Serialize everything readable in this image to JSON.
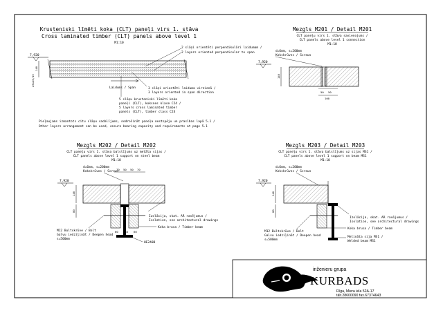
{
  "drawing": {
    "main": {
      "title_lv": "Krusteniski līmēti koka (CLT) paneļi virs 1. stāva",
      "title_en": "Cross laminated timber (CLT) panels above level 1",
      "scale": "M1:10",
      "level": "7,920",
      "dim_a": "140",
      "dim_b": "25x40/45",
      "label_perp_lv": "2 slāņi orientēti perpendikulāri laidumam /",
      "label_perp_en": "2 layers oriented perpendicular to span",
      "span_label": "Laidums / Span",
      "label_dir_lv": "3 slāņi orientēti laiduma virzienā /",
      "label_dir_en": "3 layers oriented in span direction",
      "label_panel_1": "5 slāņu krusteniski līmēti koka",
      "label_panel_2": "paneļi (CLT), koksnes klase C24 /",
      "label_panel_3": "5 layers cross laminated timber",
      "label_panel_4": "panels (CLT), timber class C24",
      "note_1": "Pieļaujams izmantots citu slāņu sadalījums, nodrošināt paneļa nestspēju un prasības lapā 5.1 /",
      "note_2": "Other layers arrangement can be used, ensure bearing capacity and requirements at page 5.1"
    },
    "m201": {
      "title": "Mezgls M201 / Detail M201",
      "sub_1": "CLT paneļu virs 1. stāva savienojums /",
      "sub_2": "CLT panels above level 1 connection",
      "scale": "M1:10",
      "screw_1": "d=6mm, s=200mm",
      "screw_2": "Kokskrūves / Screws",
      "level": "7,920",
      "dim_h": "140",
      "dim_a": "50",
      "dim_b": "50",
      "dim_c": "100"
    },
    "m202": {
      "title": "Mezgls M202 / Detail M202",
      "sub_1": "CLT paneļu virs 1. stāva balstījums uz metāla sijas /",
      "sub_2": "CLT panels above level 1 support on steel beam",
      "scale": "M1:10",
      "screw_1": "d=6mm, s=200mm",
      "screw_2": "Kokskrūves / Screws",
      "level": "7,920",
      "dim_top": [
        "70",
        "50",
        "50",
        "70"
      ],
      "dim_h1": "140",
      "dim_h2": "80",
      "dim_b1": "60",
      "dim_b2": "140",
      "dim_b3": "60",
      "iso_1": "Izolācija, skat. AR rasējumus /",
      "iso_2": "Isolation, see architectural drawings",
      "timber": "Koka brusa / Timber beam",
      "bolt_1": "M12 Bultskrūve / Bolt",
      "bolt_2": "Galvu iedziļināt / Deepen head",
      "bolt_3": "s=500mm",
      "steel": "HE240B"
    },
    "m203": {
      "title": "Mezgls M203 / Detail M203",
      "sub_1": "CLT paneļu virs 1. stāva balstījums uz sijas MS1 /",
      "sub_2": "CLT panels above level 1 support on beam MS1",
      "scale": "M1:10",
      "screw_1": "d=6mm, s=200mm",
      "screw_2": "Kokskrūves / Screws",
      "level": "7,920",
      "dim_h1": "140",
      "dim_h2": "80",
      "iso_1": "Izolācija, skat. AR rasējumus /",
      "iso_2": "Isolation, see architectural drawings",
      "timber": "Koka brusa / Timber beam",
      "bolt_1": "M12 Bultskrūve / Bolt",
      "bolt_2": "Galvu iedziļināt / Deepen head",
      "bolt_3": "s=500mm",
      "beam_1": "Metināta sija MS1 /",
      "beam_2": "Welded beam MS1"
    },
    "titleblock": {
      "company_top": "inženieru grupa",
      "company_name": "KURBADS",
      "address": "Rīga, Miera iela 52A-17",
      "phone": "tālr.28600090  fax.67374643",
      "logo": "kurbads-logo"
    }
  },
  "colors": {
    "line": "#000000",
    "paper": "#ffffff",
    "hatch": "#555555"
  }
}
